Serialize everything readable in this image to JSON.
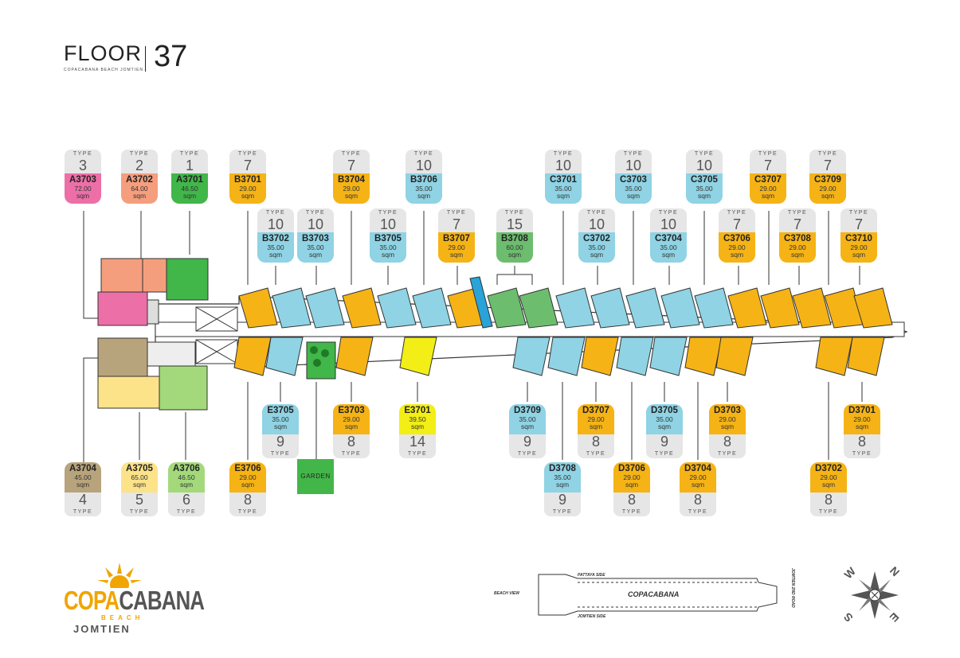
{
  "header": {
    "floor_label": "FLOOR",
    "floor_number": "37",
    "subtitle": "COPACABANA BEACH JOMTIEN"
  },
  "type_word": "TYPE",
  "area_unit": "sqm",
  "colors": {
    "type1": "#41b649",
    "type2": "#f59e7e",
    "type3": "#ed6fa7",
    "type4": "#b8a47c",
    "type5": "#fce289",
    "type6": "#a3d97b",
    "type7": "#f5b316",
    "type8": "#f5b316",
    "type9": "#8fd3e4",
    "type10": "#8fd3e4",
    "type14": "#f2ee16",
    "type15": "#6dbd6e",
    "label_grey": "#e6e6e6",
    "corridor": "#ffffff",
    "outline": "#333333",
    "garden": "#43b649"
  },
  "units_top_row": [
    {
      "code": "A3703",
      "area": "72.00",
      "type": "3",
      "color": "#ed6fa7"
    },
    {
      "code": "A3702",
      "area": "64.00",
      "type": "2",
      "color": "#f59e7e"
    },
    {
      "code": "A3701",
      "area": "46.50",
      "type": "1",
      "color": "#41b649"
    },
    {
      "code": "B3701",
      "area": "29.00",
      "type": "7",
      "color": "#f5b316"
    },
    {
      "code": "B3704",
      "area": "29.00",
      "type": "7",
      "color": "#f5b316"
    },
    {
      "code": "B3706",
      "area": "35.00",
      "type": "10",
      "color": "#8fd3e4"
    },
    {
      "code": "C3701",
      "area": "35.00",
      "type": "10",
      "color": "#8fd3e4"
    },
    {
      "code": "C3703",
      "area": "35.00",
      "type": "10",
      "color": "#8fd3e4"
    },
    {
      "code": "C3705",
      "area": "35.00",
      "type": "10",
      "color": "#8fd3e4"
    },
    {
      "code": "C3707",
      "area": "29.00",
      "type": "7",
      "color": "#f5b316"
    },
    {
      "code": "C3709",
      "area": "29.00",
      "type": "7",
      "color": "#f5b316"
    }
  ],
  "units_top_row2": [
    {
      "code": "B3702",
      "area": "35.00",
      "type": "10",
      "color": "#8fd3e4"
    },
    {
      "code": "B3703",
      "area": "35.00",
      "type": "10",
      "color": "#8fd3e4"
    },
    {
      "code": "B3705",
      "area": "35.00",
      "type": "10",
      "color": "#8fd3e4"
    },
    {
      "code": "B3707",
      "area": "29.00",
      "type": "7",
      "color": "#f5b316"
    },
    {
      "code": "B3708",
      "area": "60.00",
      "type": "15",
      "color": "#6dbd6e"
    },
    {
      "code": "C3702",
      "area": "35.00",
      "type": "10",
      "color": "#8fd3e4"
    },
    {
      "code": "C3704",
      "area": "35.00",
      "type": "10",
      "color": "#8fd3e4"
    },
    {
      "code": "C3706",
      "area": "29.00",
      "type": "7",
      "color": "#f5b316"
    },
    {
      "code": "C3708",
      "area": "29.00",
      "type": "7",
      "color": "#f5b316"
    },
    {
      "code": "C3710",
      "area": "29.00",
      "type": "7",
      "color": "#f5b316"
    }
  ],
  "units_bottom_row1": [
    {
      "code": "E3705",
      "area": "35.00",
      "type": "9",
      "color": "#8fd3e4"
    },
    {
      "code": "E3703",
      "area": "29.00",
      "type": "8",
      "color": "#f5b316"
    },
    {
      "code": "E3701",
      "area": "39.50",
      "type": "14",
      "color": "#f2ee16"
    },
    {
      "code": "D3709",
      "area": "35.00",
      "type": "9",
      "color": "#8fd3e4"
    },
    {
      "code": "D3707",
      "area": "29.00",
      "type": "8",
      "color": "#f5b316"
    },
    {
      "code": "D3705",
      "area": "35.00",
      "type": "9",
      "color": "#8fd3e4"
    },
    {
      "code": "D3703",
      "area": "29.00",
      "type": "8",
      "color": "#f5b316"
    },
    {
      "code": "D3701",
      "area": "29.00",
      "type": "8",
      "color": "#f5b316"
    }
  ],
  "units_bottom_row2": [
    {
      "code": "A3704",
      "area": "45.00",
      "type": "4",
      "color": "#b8a47c"
    },
    {
      "code": "A3705",
      "area": "65.00",
      "type": "5",
      "color": "#fce289"
    },
    {
      "code": "A3706",
      "area": "46.50",
      "type": "6",
      "color": "#a3d97b"
    },
    {
      "code": "E3706",
      "area": "29.00",
      "type": "8",
      "color": "#f5b316"
    },
    {
      "code": "D3708",
      "area": "35.00",
      "type": "9",
      "color": "#8fd3e4"
    },
    {
      "code": "D3706",
      "area": "29.00",
      "type": "8",
      "color": "#f5b316"
    },
    {
      "code": "D3704",
      "area": "29.00",
      "type": "8",
      "color": "#f5b316"
    },
    {
      "code": "D3702",
      "area": "29.00",
      "type": "8",
      "color": "#f5b316"
    }
  ],
  "garden_label": "GARDEN",
  "logo": {
    "copa": "COPA",
    "cabana": "CABANA",
    "beach": "BEACH",
    "jomtien": "JOMTIEN"
  },
  "key_map": {
    "beach_view": "BEACH VIEW",
    "pattaya_side": "PATTAYA SIDE",
    "jomtien_side": "JOMTIEN SIDE",
    "building": "COPACABANA",
    "road": "JOMTIEN 2ND ROAD"
  },
  "compass": {
    "w": "W",
    "n": "N",
    "s": "S",
    "e": "E"
  }
}
